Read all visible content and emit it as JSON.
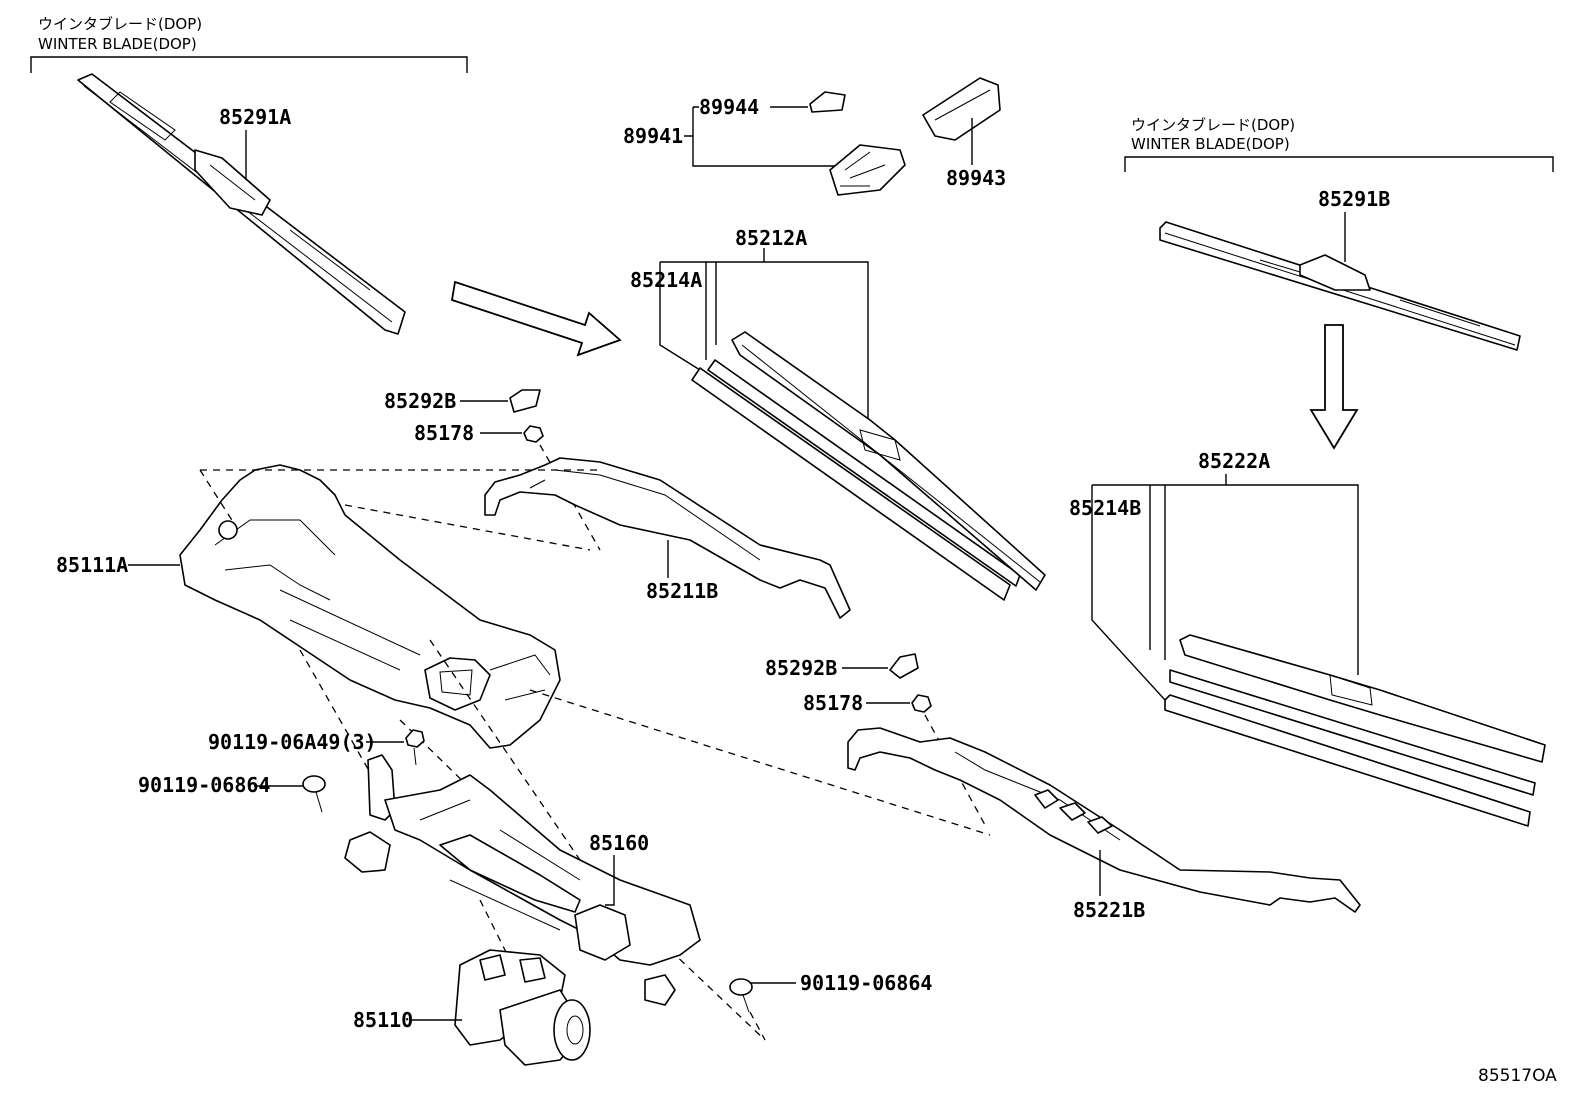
{
  "headers": {
    "left_jp": "ウインタブレード(DOP)",
    "left_en": "WINTER BLADE(DOP)",
    "right_jp": "ウインタブレード(DOP)",
    "right_en": "WINTER BLADE(DOP)"
  },
  "parts": {
    "p85291A": "85291A",
    "p89944": "89944",
    "p89941": "89941",
    "p89943": "89943",
    "p85212A": "85212A",
    "p85214A": "85214A",
    "p85291B": "85291B",
    "p85292B_top": "85292B",
    "p85178_top": "85178",
    "p85111A": "85111A",
    "p85211B": "85211B",
    "p85222A": "85222A",
    "p85214B": "85214B",
    "p85292B_bottom": "85292B",
    "p85178_bottom": "85178",
    "p90119_06A49": "90119-06A49(3)",
    "p90119_06864_left": "90119-06864",
    "p85160": "85160",
    "p85221B": "85221B",
    "p90119_06864_right": "90119-06864",
    "p85110": "85110"
  },
  "diagram_code": "85517OA"
}
